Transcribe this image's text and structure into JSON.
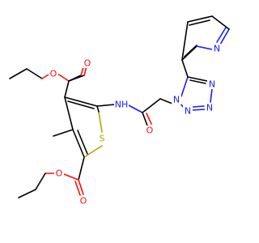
{
  "molecule": {
    "atoms": {
      "o_ester_top_carbonyl": {
        "symbol": "O",
        "color": "#ff0d0d"
      },
      "o_ester_top_ether": {
        "symbol": "O",
        "color": "#ff0d0d"
      },
      "o_ester_bottom_carbonyl": {
        "symbol": "O",
        "color": "#ff0d0d"
      },
      "o_ester_bottom_ether": {
        "symbol": "O",
        "color": "#ff0d0d"
      },
      "o_amide": {
        "symbol": "O",
        "color": "#ff0d0d"
      },
      "s_thiophene": {
        "symbol": "S",
        "color": "#b8a000"
      },
      "nh_amide": {
        "symbol": "NH",
        "color": "#1a1aff"
      },
      "n_tetrazole_1": {
        "symbol": "N",
        "color": "#1a1aff"
      },
      "n_tetrazole_2": {
        "symbol": "N",
        "color": "#1a1aff"
      },
      "n_tetrazole_3": {
        "symbol": "N",
        "color": "#1a1aff"
      },
      "n_tetrazole_4": {
        "symbol": "N",
        "color": "#1a1aff"
      },
      "n_pyridine": {
        "symbol": "N",
        "color": "#1a1aff"
      }
    }
  }
}
